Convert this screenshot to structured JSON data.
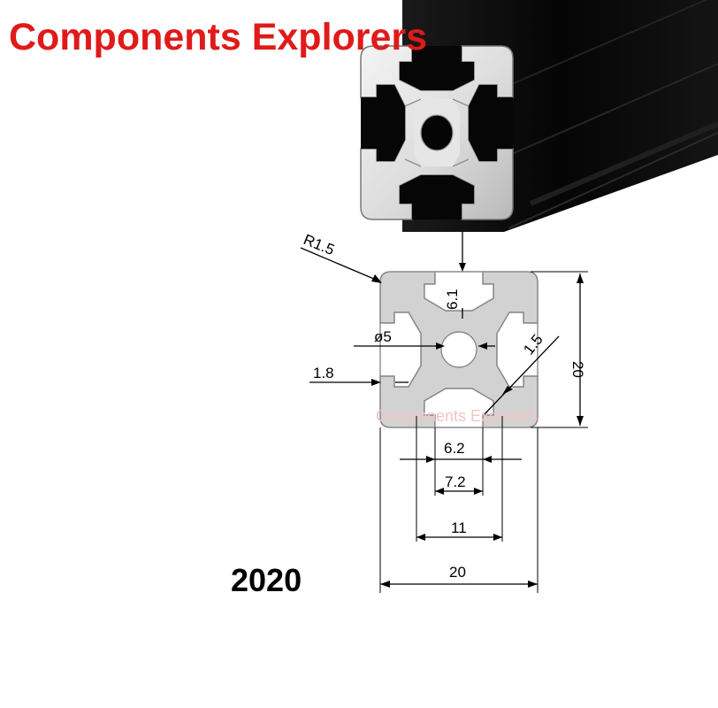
{
  "brand_title": "Components Explorers",
  "watermark": "Components Explorers",
  "model": "2020",
  "dimensions": {
    "corner_radius": "R1.5",
    "slot_depth": "6.1",
    "center_hole": "ø5",
    "wall": "1.5",
    "height": "20",
    "lip": "1.8",
    "slot_inner": "6.2",
    "slot_opening": "7.2",
    "slot_back": "11",
    "width": "20"
  },
  "colors": {
    "brand_red": "#e01a1a",
    "profile_black": "#0b0b0b",
    "section_fill": "#d2d2d2",
    "section_stroke": "#8a8a8a",
    "watermark": "#f0c6c6"
  }
}
